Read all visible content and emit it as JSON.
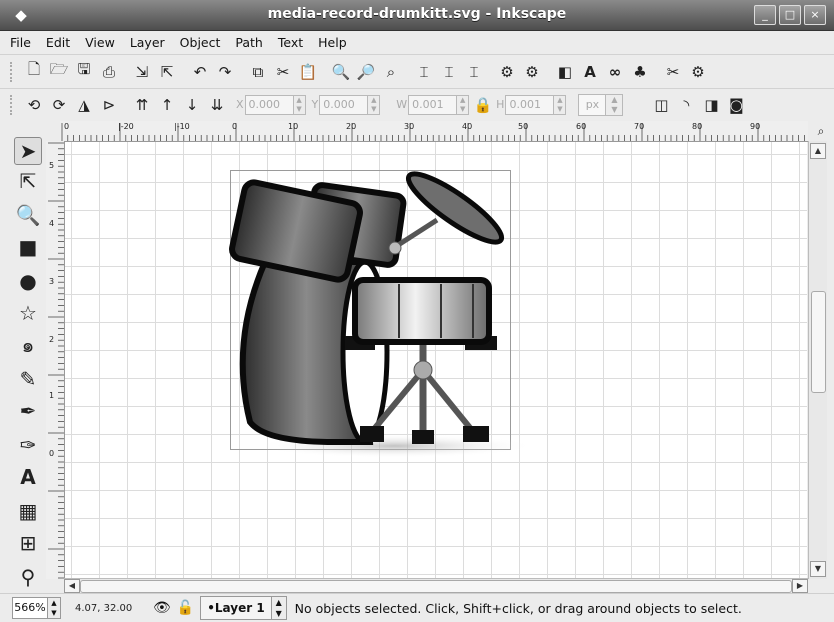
{
  "window": {
    "title": "media-record-drumkitt.svg - Inkscape",
    "controls": [
      "_",
      "□",
      "×"
    ]
  },
  "menu": [
    "File",
    "Edit",
    "View",
    "Layer",
    "Object",
    "Path",
    "Text",
    "Help"
  ],
  "toolbar2": {
    "x_label": "X",
    "x_value": "0.000",
    "y_label": "Y",
    "y_value": "0.000",
    "w_label": "W",
    "w_value": "0.001",
    "h_label": "H",
    "h_value": "0.001",
    "unit": "px"
  },
  "rulers": {
    "h_labels": [
      "0",
      "|-20",
      "|-10",
      "0",
      "10",
      "20",
      "30",
      "40",
      "50",
      "60",
      "70",
      "80",
      "90"
    ],
    "v_labels": [
      "5",
      "4",
      "3",
      "2",
      "1",
      "0"
    ]
  },
  "status": {
    "zoom": "566%",
    "coords": "4.07,  32.00",
    "layer": "•Layer 1",
    "message": "No objects selected. Click, Shift+click, or drag around objects to select."
  },
  "colors": {
    "titlebar": "#5a5a5a",
    "drum_body": "#6e6e6e",
    "drum_rim": "#0a0a0a",
    "chrome": "#d8d8d8"
  }
}
